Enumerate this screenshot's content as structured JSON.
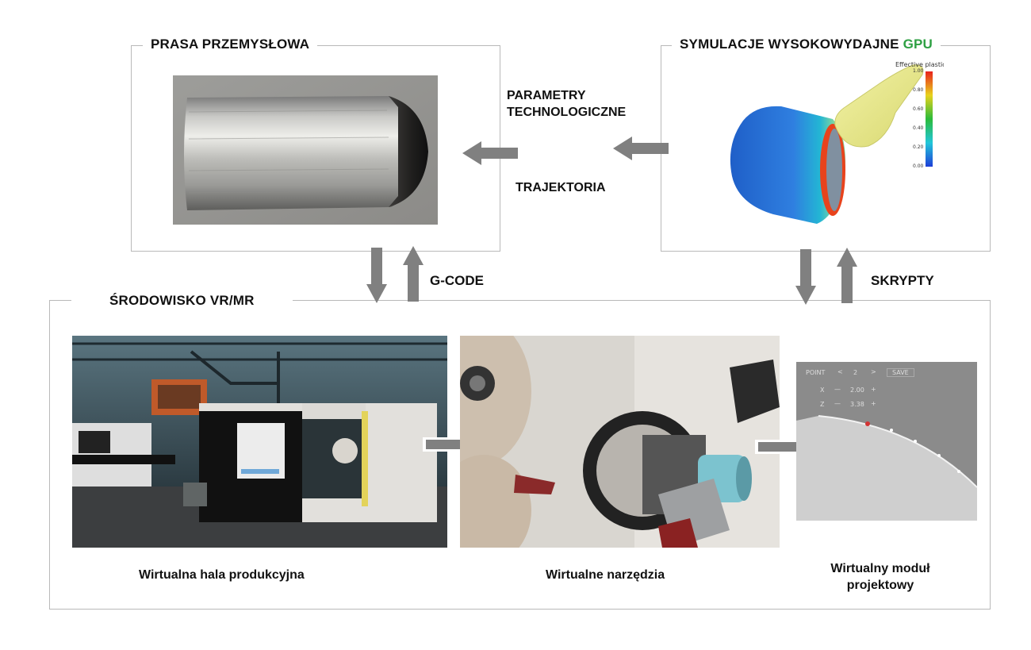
{
  "press": {
    "title": "PRASA PRZEMYSŁOWA"
  },
  "gpu": {
    "title_prefix": "SYMULACJE WYSOKOWYDAJNE ",
    "title_highlight": "GPU",
    "highlight_color": "#2ea043"
  },
  "vr": {
    "title": "ŚRODOWISKO VR/MR"
  },
  "arrows": {
    "params": [
      "PARAMETRY",
      "TECHNOLOGICZNE"
    ],
    "trajectory": "TRAJEKTORIA",
    "gcode": "G-CODE",
    "scripts": "SKRYPTY"
  },
  "captions": {
    "hall": "Wirtualna hala produkcyjna",
    "tools": "Wirtualne narzędzia",
    "module": [
      "Wirtualny moduł",
      "projektowy"
    ]
  },
  "module_ui": {
    "point_label": "POINT",
    "point_value": "2",
    "save_label": "SAVE",
    "x_label": "X",
    "x_value": "2.00",
    "z_label": "Z",
    "z_value": "3.38"
  },
  "legend_ticks": [
    "1.00",
    "0.80",
    "0.60",
    "0.40",
    "0.20",
    "0.00"
  ],
  "colors": {
    "arrow": "#808080",
    "frame": "#b9b9b9"
  }
}
